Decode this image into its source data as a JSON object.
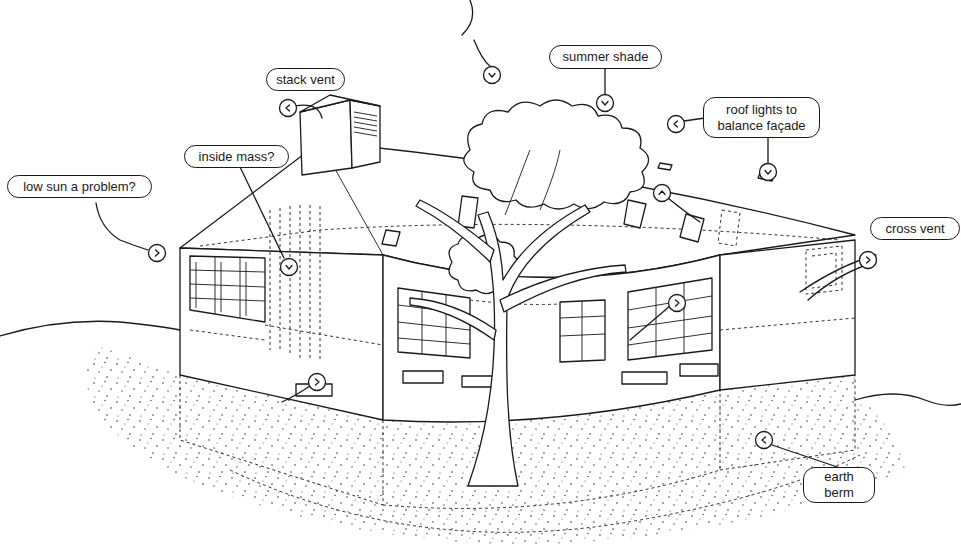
{
  "diagram": {
    "nodes": [
      {
        "text": [
          "stack vent"
        ]
      },
      {
        "text": [
          "summer shade"
        ]
      },
      {
        "text": [
          "roof lights to balance façade"
        ]
      },
      {
        "text": [
          "inside mass?"
        ]
      },
      {
        "text": [
          "low sun a problem?"
        ]
      },
      {
        "text": [
          "cross vent"
        ]
      },
      {
        "text": [
          "earth berm"
        ]
      }
    ]
  }
}
